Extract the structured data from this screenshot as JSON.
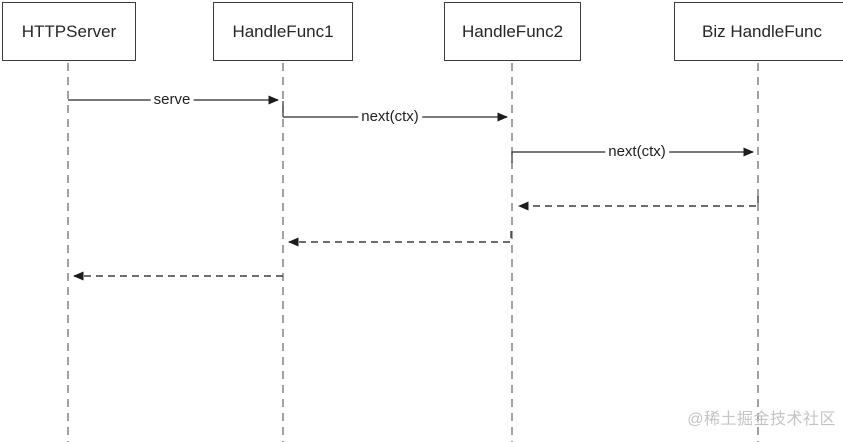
{
  "diagram": {
    "type": "sequence-diagram",
    "participants": [
      {
        "id": "httpserver",
        "label": "HTTPServer"
      },
      {
        "id": "handlefunc1",
        "label": "HandleFunc1"
      },
      {
        "id": "handlefunc2",
        "label": "HandleFunc2"
      },
      {
        "id": "biz-handlefunc",
        "label": "Biz HandleFunc"
      }
    ],
    "messages": [
      {
        "label": "serve",
        "from": "HTTPServer",
        "to": "HandleFunc1",
        "line": "solid"
      },
      {
        "label": "next(ctx)",
        "from": "HandleFunc1",
        "to": "HandleFunc2",
        "line": "solid"
      },
      {
        "label": "next(ctx)",
        "from": "HandleFunc2",
        "to": "Biz HandleFunc",
        "line": "solid"
      },
      {
        "label": "",
        "from": "Biz HandleFunc",
        "to": "HandleFunc2",
        "line": "dashed"
      },
      {
        "label": "",
        "from": "HandleFunc2",
        "to": "HandleFunc1",
        "line": "dashed"
      },
      {
        "label": "",
        "from": "HandleFunc1",
        "to": "HTTPServer",
        "line": "dashed"
      }
    ],
    "colors": {
      "background": "#ffffff",
      "box_border": "#3c3c3c",
      "solid_line": "#4d4d4d",
      "dashed_line": "#3f3f3f",
      "lifeline": "#7a7a7a",
      "arrowhead": "#1c1c1c",
      "text": "#262626",
      "watermark": "#c4c4c4"
    }
  },
  "watermark": {
    "text": "@稀土掘金技术社区"
  }
}
